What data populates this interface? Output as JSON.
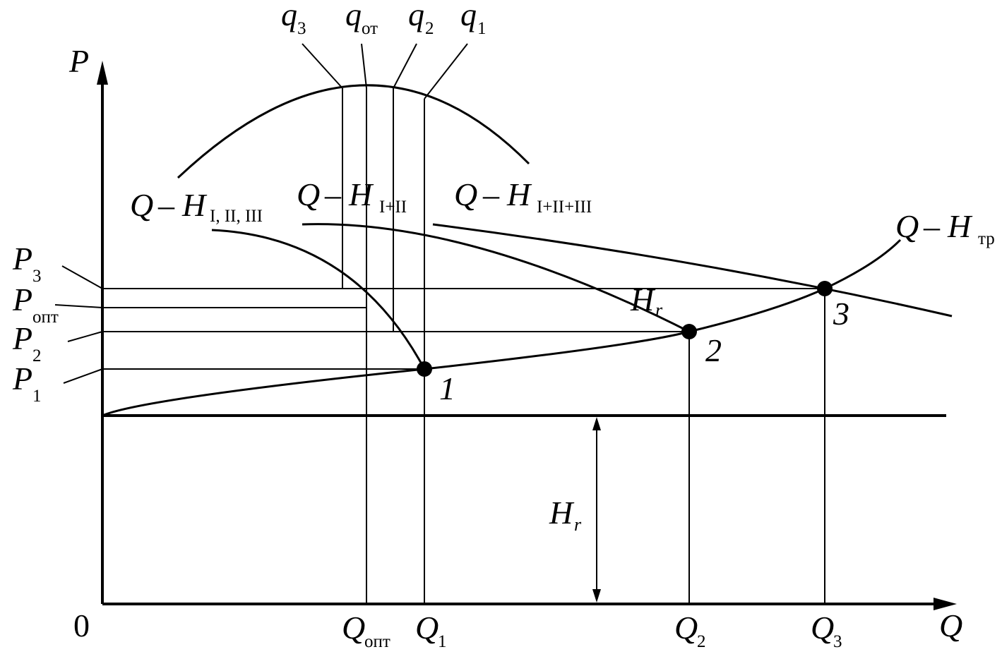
{
  "axes": {
    "y_label": "P",
    "x_label": "Q",
    "origin": "0"
  },
  "q_labels": [
    {
      "id": "q3",
      "base": "q",
      "sub": "3"
    },
    {
      "id": "qot",
      "base": "q",
      "sub": "от"
    },
    {
      "id": "q2",
      "base": "q",
      "sub": "2"
    },
    {
      "id": "q1",
      "base": "q",
      "sub": "1"
    }
  ],
  "p_labels": [
    {
      "id": "p3",
      "base": "P",
      "sub": "3"
    },
    {
      "id": "popt",
      "base": "P",
      "sub": "опт"
    },
    {
      "id": "p2",
      "base": "P",
      "sub": "2"
    },
    {
      "id": "p1",
      "base": "P",
      "sub": "1"
    }
  ],
  "x_ticks": [
    {
      "id": "qopt",
      "base": "Q",
      "sub": "опт"
    },
    {
      "id": "Q1",
      "base": "Q",
      "sub": "1"
    },
    {
      "id": "Q2",
      "base": "Q",
      "sub": "2"
    },
    {
      "id": "Q3",
      "base": "Q",
      "sub": "3"
    }
  ],
  "curves": {
    "single": {
      "base": "Q",
      "dash": "–",
      "h": "H",
      "sub": "I, II, III"
    },
    "double": {
      "base": "Q",
      "dash": "–",
      "h": "H",
      "sub": "I+II"
    },
    "triple": {
      "base": "Q",
      "dash": "–",
      "h": "H",
      "sub": "I+II+III"
    },
    "pipe": {
      "base": "Q",
      "dash": "–",
      "h": "H",
      "sub": "тр"
    }
  },
  "hr": {
    "base": "H",
    "sub": "r"
  },
  "points": [
    "1",
    "2",
    "3"
  ]
}
